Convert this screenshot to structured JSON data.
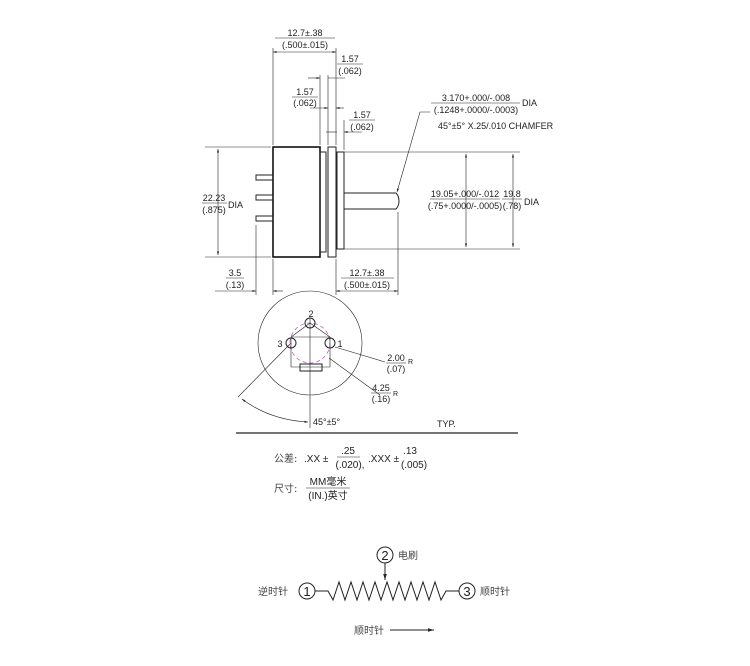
{
  "side_view": {
    "overall_length": {
      "mm": "12.7±.38",
      "in": "(.500±.015)"
    },
    "flange1": {
      "mm": "1.57",
      "in": "(.062)"
    },
    "flange2": {
      "mm": "1.57",
      "in": "(.062)"
    },
    "flange3": {
      "mm": "1.57",
      "in": "(.062)"
    },
    "shaft_dia": {
      "mm": "3.170+.000/-.008",
      "in": "(.1248+.0000/-.0003)",
      "suffix": "DIA",
      "chamfer": "45°±5° X.25/.010 CHAMFER"
    },
    "body_dia": {
      "mm": "22.23",
      "in": "(.875)",
      "suffix": "DIA"
    },
    "pilot_dia": {
      "mm": "19.05+.000/-.012",
      "in": "(.75+.0000/-.0005)"
    },
    "bushing_dia": {
      "mm": "19.8",
      "in": "(.78)",
      "suffix": "DIA"
    },
    "terminal_len": {
      "mm": "3.5",
      "in": "(.13)"
    },
    "shaft_len": {
      "mm": "12.7±.38",
      "in": "(.500±.015)"
    }
  },
  "rear_view": {
    "pin_labels": [
      "2",
      "3",
      "1"
    ],
    "pin_radius": {
      "mm": "2.00",
      "in": "(.07)",
      "suffix": "R"
    },
    "pin_circle": {
      "mm": "4.25",
      "in": "(.16)",
      "suffix": "R"
    },
    "angle": "45°±5°",
    "typ": "TYP."
  },
  "notes": {
    "tolerance_label": "公差:",
    "xx": ".XX ±",
    "xx_mm": ".25",
    "xx_in": "(.020),",
    "xxx": ".XXX ±",
    "xxx_mm": ".13",
    "xxx_in": "(.005)",
    "units_label": "尺寸:",
    "units_mm": "MM毫米",
    "units_in": "(IN.)英寸"
  },
  "schematic": {
    "pin1": "1",
    "pin2": "2",
    "pin3": "3",
    "wiper": "电刷",
    "ccw": "逆时针",
    "cw": "顺时针",
    "direction": "顺时针"
  },
  "colors": {
    "line": "#222222",
    "dashed_circle": "#c060c0"
  }
}
